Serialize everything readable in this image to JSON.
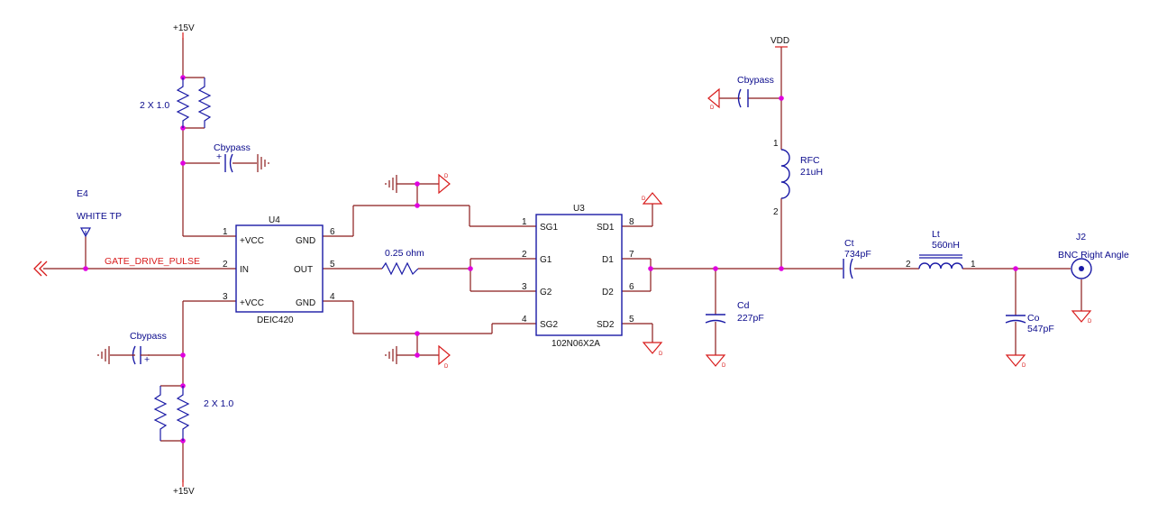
{
  "colors": {
    "wire": "#8b1a1a",
    "component": "#1a1aa6",
    "junction": "#e000e0",
    "net_label": "#d81b1b",
    "ground": "#d81b1b",
    "text": "#0a0a8c"
  },
  "supply": {
    "top_15v": "+15V",
    "bottom_15v": "+15V",
    "vdd": "VDD"
  },
  "u4": {
    "ref": "U4",
    "part": "DEIC420",
    "pins": {
      "p1_name": "+VCC",
      "p1_num": "1",
      "p2_name": "IN",
      "p2_num": "2",
      "p3_name": "+VCC",
      "p3_num": "3",
      "p6_name": "GND",
      "p6_num": "6",
      "p5_name": "OUT",
      "p5_num": "5",
      "p4_name": "GND",
      "p4_num": "4"
    }
  },
  "u3": {
    "ref": "U3",
    "part": "102N06X2A",
    "pins": {
      "p1_name": "SG1",
      "p1_num": "1",
      "p2_name": "G1",
      "p2_num": "2",
      "p3_name": "G2",
      "p3_num": "3",
      "p4_name": "SG2",
      "p4_num": "4",
      "p8_name": "SD1",
      "p8_num": "8",
      "p7_name": "D1",
      "p7_num": "7",
      "p6_name": "D2",
      "p6_num": "6",
      "p5_name": "SD2",
      "p5_num": "5"
    }
  },
  "parts": {
    "res_top": "2 X 1.0",
    "res_bottom": "2 X 1.0",
    "cbypass_top": "Cbypass",
    "cbypass_bottom": "Cbypass",
    "cbypass_vdd": "Cbypass",
    "gate_resistor": "0.25 ohm",
    "rfc_ref": "RFC",
    "rfc_value": "21uH",
    "rfc_pin1": "1",
    "rfc_pin2": "2",
    "cd_ref": "Cd",
    "cd_value": "227pF",
    "ct_ref": "Ct",
    "ct_value": "734pF",
    "lt_ref": "Lt",
    "lt_value": "560nH",
    "lt_pin2": "2",
    "lt_pin1": "1",
    "co_ref": "Co",
    "co_value": "547pF",
    "cap_plus": "+"
  },
  "testpoint": {
    "ref": "E4",
    "name": "WHITE TP"
  },
  "net": {
    "gate_drive": "GATE_DRIVE_PULSE"
  },
  "connector": {
    "ref": "J2",
    "name": "BNC Right Angle"
  },
  "ground_mark": "D"
}
